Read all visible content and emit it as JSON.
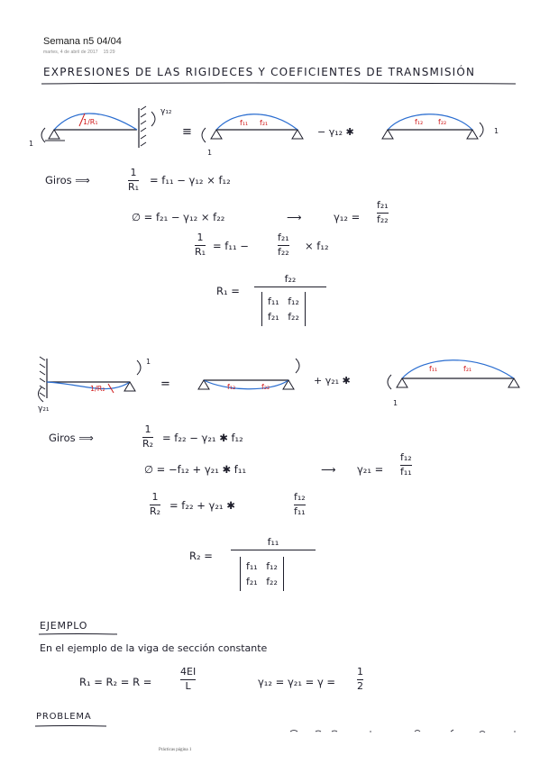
{
  "header": {
    "title": "Semana n5 04/04",
    "date": "martes, 4 de abril de 2017",
    "time": "15:29"
  },
  "heading": "EXPRESIONES DE LAS RIGIDECES Y COEFICIENTES DE TRANSMISIÓN",
  "diagram1": {
    "labels": {
      "gamma_top": "γ₁₂",
      "left_load": "1/R₁",
      "mid_f11": "f₁₁",
      "mid_f21": "f₂₁",
      "right_f12": "f₁₂",
      "right_f22": "f₂₂",
      "equiv": "≡",
      "minus_gamma": "− γ₁₂ ✱",
      "one_a": "1",
      "one_b": "1",
      "one_c": "1"
    }
  },
  "block1": {
    "giros_label": "Giros ⟹",
    "eq1_frac_num": "1",
    "eq1_frac_den": "R₁",
    "eq1_rhs": "= f₁₁ − γ₁₂ × f₁₂",
    "eq2_lhs": "∅ = f₂₁ − γ₁₂ × f₂₂",
    "eq2_arrow": "⟶",
    "eq2_res_lhs": "γ₁₂ =",
    "eq2_res_num": "f₂₁",
    "eq2_res_den": "f₂₂",
    "eq3_num": "1",
    "eq3_den": "R₁",
    "eq3_mid": "= f₁₁ −",
    "eq3_fnum": "f₂₁",
    "eq3_fden": "f₂₂",
    "eq3_tail": "× f₁₂",
    "eq4_lhs": "R₁ =",
    "eq4_num": "f₂₂",
    "det_row1": "f₁₁ f₁₂",
    "det_row2": "f₂₁ f₂₂"
  },
  "diagram2": {
    "labels": {
      "gamma_left": "γ₂₁",
      "left_load": "1/R₂",
      "mid_f12": "f₁₂",
      "mid_f22": "f₂₂",
      "right_f11": "f₁₁",
      "right_f21": "f₂₁",
      "equiv": "=",
      "plus_gamma": "+ γ₂₁ ✱",
      "one_a": "1",
      "one_b": "1"
    }
  },
  "block2": {
    "giros_label": "Giros ⟹",
    "eq1_num": "1",
    "eq1_den": "R₂",
    "eq1_rhs": "= f₂₂ − γ₂₁ ✱ f₁₂",
    "eq2_lhs": "∅ = −f₁₂ + γ₂₁ ✱ f₁₁",
    "eq2_arrow": "⟶",
    "eq2_res_lhs": "γ₂₁ =",
    "eq2_res_num": "f₁₂",
    "eq2_res_den": "f₁₁",
    "eq3_num": "1",
    "eq3_den": "R₂",
    "eq3_mid": "= f₂₂ + γ₂₁ ✱",
    "eq3_fnum": "f₁₂",
    "eq3_fden": "f₁₁",
    "eq4_lhs": "R₂ =",
    "eq4_num": "f₁₁",
    "det_row1": "f₁₁ f₁₂",
    "det_row2": "f₂₁ f₂₂"
  },
  "ejemplo": {
    "title": "EJEMPLO",
    "text": "En el ejemplo de la viga de sección constante",
    "eq_lhs": "R₁ = R₂ = R =",
    "eq_num": "4EI",
    "eq_den": "L",
    "eq2_lhs": "γ₁₂ = γ₂₁ = γ =",
    "eq2_num": "1",
    "eq2_den": "2"
  },
  "problema": {
    "title": "PROBLEMA"
  },
  "footer": "Prácticas página 1"
}
